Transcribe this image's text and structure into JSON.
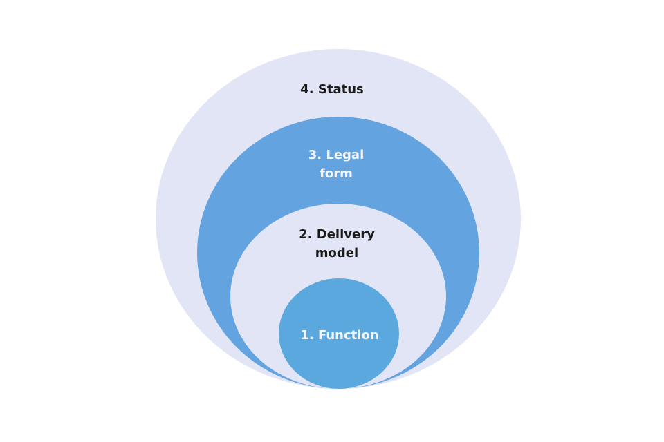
{
  "diagram": {
    "title": "",
    "layers": [
      {
        "id": 4,
        "label": "4. Status",
        "fill": "#E1E5F5",
        "text_color": "#1a1a1a"
      },
      {
        "id": 3,
        "label": "3. Legal\nform",
        "fill": "#63A3E0",
        "text_color": "#F2F6FC"
      },
      {
        "id": 2,
        "label": "2. Delivery\nmodel",
        "fill": "#E1E5F5",
        "text_color": "#1a1a1a"
      },
      {
        "id": 1,
        "label": "1. Function",
        "fill": "#5BA8DF",
        "text_color": "#F2F6FC"
      }
    ]
  }
}
